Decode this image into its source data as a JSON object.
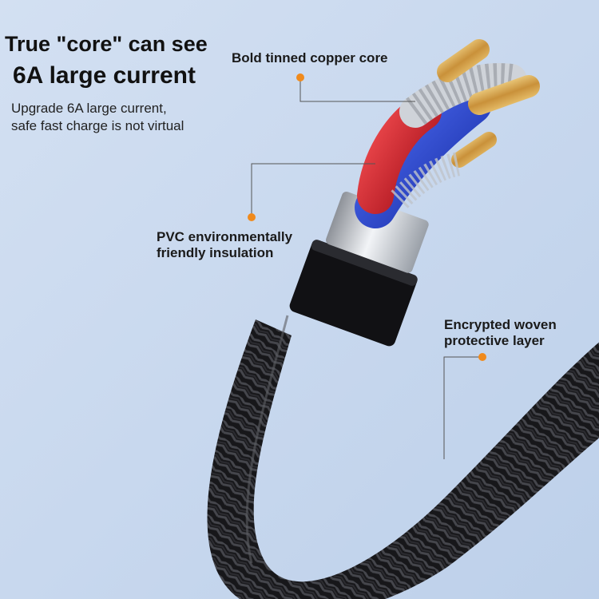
{
  "headline": {
    "line1": "True \"core\" can see",
    "line2": "6A large current"
  },
  "subtitle": {
    "line1": "Upgrade 6A large current,",
    "line2": "safe fast charge is not virtual"
  },
  "callouts": {
    "copper_core": "Bold tinned copper core",
    "pvc_line1": "PVC environmentally",
    "pvc_line2": "friendly insulation",
    "woven_line1": "Encrypted woven",
    "woven_line2": "protective layer"
  },
  "colors": {
    "background": "#c9d9ef",
    "accent_dot": "#f08a1c",
    "braid": "#1c1c1e",
    "wire_red": "#d8202a",
    "wire_blue": "#2a47d6",
    "copper": "#d9a84a"
  }
}
